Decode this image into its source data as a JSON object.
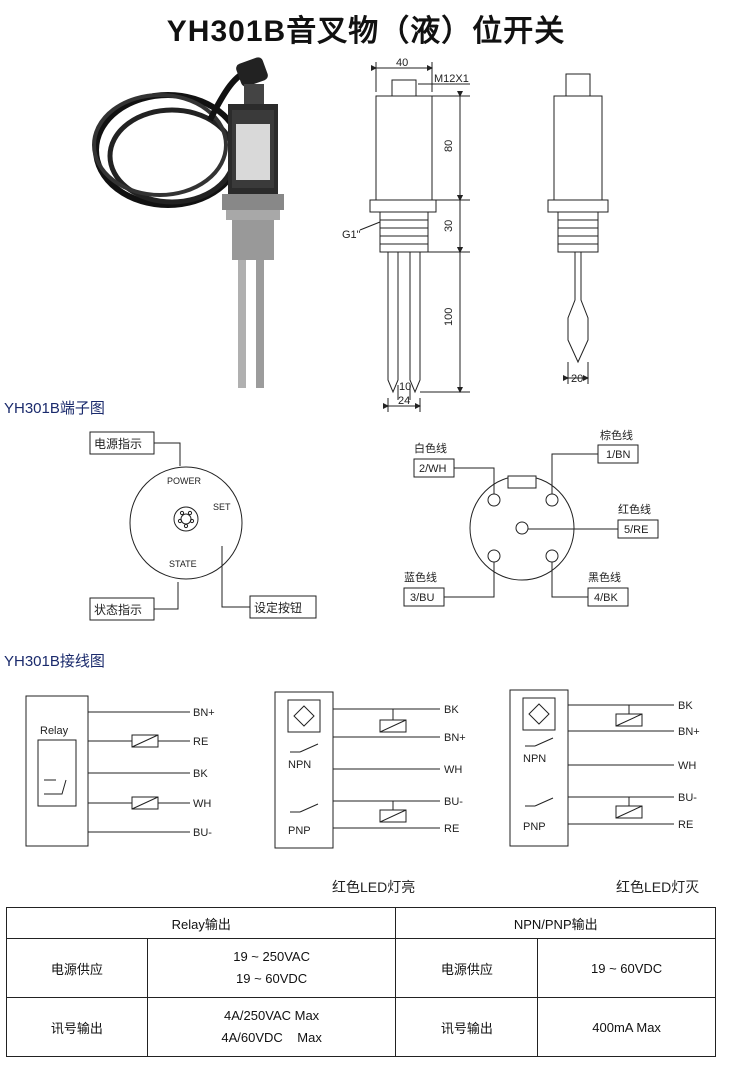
{
  "title": "YH301B音叉物（液）位开关",
  "dimensions": {
    "width_top": "40",
    "thread_top": "M12X1",
    "body_height": "80",
    "mount_height": "30",
    "thread_side": "G1\"",
    "fork_length": "100",
    "fork_gap": "10",
    "fork_width": "24",
    "side_width": "20"
  },
  "terminal_section": {
    "heading": "YH301B端子图",
    "labels": {
      "power_indicator": "电源指示",
      "power": "POWER",
      "set": "SET",
      "state": "STATE",
      "state_indicator": "状态指示",
      "set_button": "设定按钮"
    },
    "wires": {
      "white_name": "白色线",
      "white_code": "2/WH",
      "brown_name": "棕色线",
      "brown_code": "1/BN",
      "red_name": "红色线",
      "red_code": "5/RE",
      "blue_name": "蓝色线",
      "blue_code": "3/BU",
      "black_name": "黑色线",
      "black_code": "4/BK"
    }
  },
  "wiring_section": {
    "heading": "YH301B接线图",
    "relay": {
      "box_label": "Relay",
      "terms": [
        "BN+",
        "RE",
        "BK",
        "WH",
        "BU-"
      ]
    },
    "npn_pnp_on": {
      "npn": "NPN",
      "pnp": "PNP",
      "terms": [
        "BK",
        "BN+",
        "WH",
        "BU-",
        "RE"
      ],
      "caption": "红色LED灯亮"
    },
    "npn_pnp_off": {
      "npn": "NPN",
      "pnp": "PNP",
      "terms": [
        "BK",
        "BN+",
        "WH",
        "BU-",
        "RE"
      ],
      "caption": "红色LED灯灭"
    }
  },
  "spec_table": {
    "relay_header": "Relay输出",
    "npn_header": "NPN/PNP输出",
    "power_label": "电源供应",
    "signal_label": "讯号输出",
    "relay_power": [
      "19 ~ 250VAC",
      "19 ~ 60VDC"
    ],
    "relay_signal": [
      "4A/250VAC Max",
      "4A/60VDC    Max"
    ],
    "npn_power": "19 ~ 60VDC",
    "npn_signal": "400mA Max"
  }
}
